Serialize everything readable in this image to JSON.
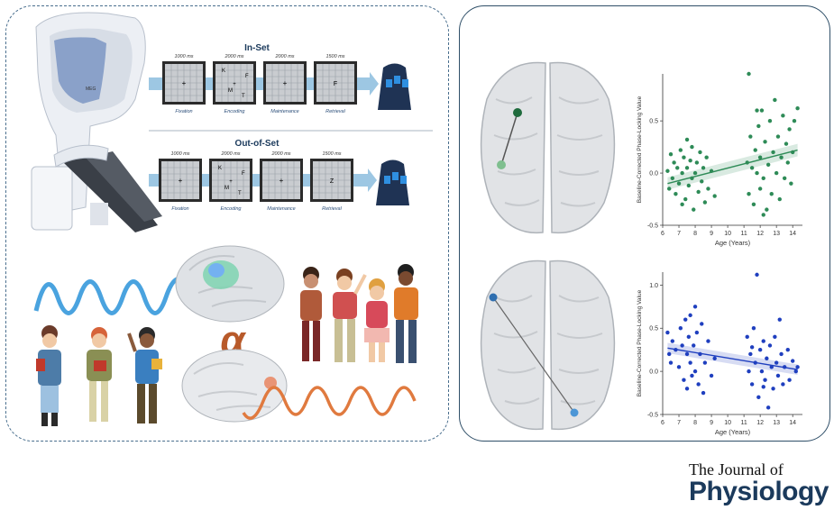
{
  "task": {
    "inset_title": "In-Set",
    "outset_title": "Out-of-Set",
    "inset_times": [
      "1000 ms",
      "2000 ms",
      "2000 ms",
      "1500 ms"
    ],
    "outset_times": [
      "1000 ms",
      "2000 ms",
      "2000 ms",
      "1500 ms"
    ],
    "phases": [
      "Fixation",
      "Encoding",
      "Maintenance",
      "Retrieval"
    ],
    "encoding_letters": [
      "K",
      "F",
      "M",
      "T"
    ],
    "retrieval_inset": "F",
    "retrieval_outset": "Z",
    "device_label": "MEG"
  },
  "alpha_symbol": "α",
  "chart_data": [
    {
      "type": "scatter",
      "xlabel": "Age (Years)",
      "ylabel": "Baseline-Corrected Phase-Locking Value",
      "xlim": [
        6,
        14.6
      ],
      "ylim": [
        -0.5,
        0.95
      ],
      "xticks": [
        6,
        7,
        8,
        9,
        10,
        11,
        12,
        13,
        14
      ],
      "yticks": [
        -0.5,
        0.0,
        0.5
      ],
      "ytick_labels": [
        "-0.5",
        "0.0",
        "0.5"
      ],
      "color": "#2e8b57",
      "trend": [
        [
          6.3,
          -0.1
        ],
        [
          14.3,
          0.22
        ]
      ],
      "points": [
        [
          6.3,
          0.02
        ],
        [
          6.4,
          -0.15
        ],
        [
          6.5,
          0.18
        ],
        [
          6.6,
          -0.05
        ],
        [
          6.7,
          0.1
        ],
        [
          6.8,
          -0.2
        ],
        [
          6.9,
          0.05
        ],
        [
          7.0,
          -0.1
        ],
        [
          7.1,
          0.22
        ],
        [
          7.2,
          -0.3
        ],
        [
          7.2,
          0.0
        ],
        [
          7.3,
          0.15
        ],
        [
          7.4,
          -0.25
        ],
        [
          7.5,
          0.05
        ],
        [
          7.5,
          0.32
        ],
        [
          7.6,
          -0.12
        ],
        [
          7.7,
          0.12
        ],
        [
          7.8,
          -0.05
        ],
        [
          7.8,
          0.25
        ],
        [
          7.9,
          -0.35
        ],
        [
          8.0,
          0.0
        ],
        [
          8.1,
          0.1
        ],
        [
          8.2,
          -0.18
        ],
        [
          8.3,
          0.2
        ],
        [
          8.4,
          -0.08
        ],
        [
          8.5,
          0.05
        ],
        [
          8.6,
          -0.28
        ],
        [
          8.7,
          0.15
        ],
        [
          8.8,
          -0.15
        ],
        [
          9.0,
          0.02
        ],
        [
          9.2,
          -0.22
        ],
        [
          11.3,
          0.95
        ],
        [
          11.2,
          0.1
        ],
        [
          11.3,
          -0.2
        ],
        [
          11.4,
          0.35
        ],
        [
          11.5,
          0.05
        ],
        [
          11.6,
          -0.3
        ],
        [
          11.7,
          0.22
        ],
        [
          11.8,
          0.0
        ],
        [
          11.9,
          0.45
        ],
        [
          12.0,
          -0.15
        ],
        [
          12.0,
          0.15
        ],
        [
          12.1,
          0.6
        ],
        [
          12.2,
          -0.05
        ],
        [
          12.3,
          0.3
        ],
        [
          12.4,
          -0.35
        ],
        [
          12.5,
          0.08
        ],
        [
          12.6,
          0.5
        ],
        [
          12.7,
          -0.2
        ],
        [
          12.8,
          0.2
        ],
        [
          12.9,
          0.7
        ],
        [
          13.0,
          0.0
        ],
        [
          13.1,
          0.35
        ],
        [
          13.2,
          -0.25
        ],
        [
          13.3,
          0.15
        ],
        [
          13.4,
          0.55
        ],
        [
          13.5,
          -0.05
        ],
        [
          13.6,
          0.28
        ],
        [
          13.7,
          0.1
        ],
        [
          13.8,
          0.42
        ],
        [
          13.9,
          -0.1
        ],
        [
          14.0,
          0.2
        ],
        [
          14.1,
          0.5
        ],
        [
          14.3,
          0.62
        ],
        [
          12.2,
          -0.4
        ],
        [
          11.8,
          0.6
        ]
      ]
    },
    {
      "type": "scatter",
      "xlabel": "Age (Years)",
      "ylabel": "Baseline-Corrected Phase-Locking Value",
      "xlim": [
        6,
        14.6
      ],
      "ylim": [
        -0.5,
        1.15
      ],
      "xticks": [
        6,
        7,
        8,
        9,
        10,
        11,
        12,
        13,
        14
      ],
      "yticks": [
        -0.5,
        0.0,
        0.5,
        1.0
      ],
      "ytick_labels": [
        "-0.5",
        "0.0",
        "0.5",
        "1.0"
      ],
      "color": "#1f3fbf",
      "trend": [
        [
          6.3,
          0.27
        ],
        [
          14.3,
          0.02
        ]
      ],
      "points": [
        [
          6.3,
          0.45
        ],
        [
          6.4,
          0.2
        ],
        [
          6.5,
          0.1
        ],
        [
          6.6,
          0.35
        ],
        [
          6.8,
          0.25
        ],
        [
          7.0,
          0.05
        ],
        [
          7.1,
          0.5
        ],
        [
          7.2,
          0.3
        ],
        [
          7.3,
          -0.1
        ],
        [
          7.4,
          0.6
        ],
        [
          7.5,
          0.2
        ],
        [
          7.5,
          -0.2
        ],
        [
          7.6,
          0.4
        ],
        [
          7.7,
          0.1
        ],
        [
          7.7,
          0.65
        ],
        [
          7.8,
          -0.05
        ],
        [
          7.9,
          0.3
        ],
        [
          8.0,
          0.75
        ],
        [
          8.0,
          0.0
        ],
        [
          8.1,
          0.45
        ],
        [
          8.2,
          -0.15
        ],
        [
          8.3,
          0.2
        ],
        [
          8.4,
          0.55
        ],
        [
          8.5,
          -0.25
        ],
        [
          8.6,
          0.1
        ],
        [
          8.8,
          0.35
        ],
        [
          9.0,
          -0.05
        ],
        [
          9.2,
          0.15
        ],
        [
          11.2,
          0.4
        ],
        [
          11.3,
          0.0
        ],
        [
          11.4,
          0.2
        ],
        [
          11.5,
          -0.15
        ],
        [
          11.6,
          0.5
        ],
        [
          11.7,
          0.1
        ],
        [
          11.8,
          1.12
        ],
        [
          11.9,
          -0.3
        ],
        [
          12.0,
          0.25
        ],
        [
          12.1,
          0.0
        ],
        [
          12.2,
          0.35
        ],
        [
          12.3,
          -0.1
        ],
        [
          12.4,
          0.15
        ],
        [
          12.5,
          -0.42
        ],
        [
          12.6,
          0.3
        ],
        [
          12.7,
          0.05
        ],
        [
          12.8,
          -0.2
        ],
        [
          12.9,
          0.4
        ],
        [
          13.0,
          0.1
        ],
        [
          13.1,
          -0.05
        ],
        [
          13.2,
          0.6
        ],
        [
          13.3,
          0.2
        ],
        [
          13.4,
          -0.15
        ],
        [
          13.5,
          0.05
        ],
        [
          13.7,
          0.25
        ],
        [
          13.8,
          -0.1
        ],
        [
          14.0,
          0.12
        ],
        [
          14.2,
          0.0
        ],
        [
          14.3,
          0.05
        ],
        [
          12.2,
          -0.18
        ],
        [
          11.5,
          0.28
        ]
      ]
    }
  ],
  "journal": {
    "line1": "The Journal of",
    "line2": "Physiology"
  }
}
